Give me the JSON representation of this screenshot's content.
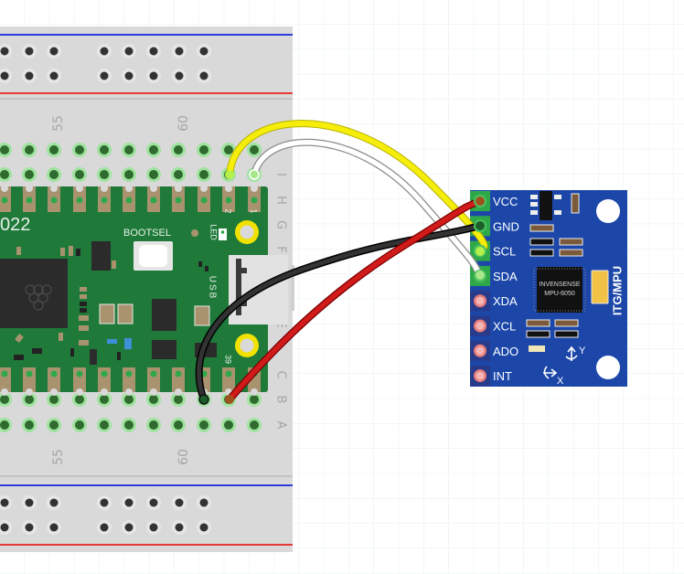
{
  "breadboard": {
    "column_numbers_top": [
      "55",
      "60"
    ],
    "column_numbers_bottom": [
      "55",
      "60"
    ],
    "row_letters": [
      "I",
      "H",
      "G",
      "F",
      "E",
      "C",
      "B",
      "A"
    ],
    "colors": {
      "body": "#d8d8d8",
      "rail_blue": "#2b3cdb",
      "rail_red": "#e53935",
      "hole_dark": "#333333",
      "hole_green": "#2f6a2f"
    }
  },
  "pico": {
    "year_text": "022",
    "bootsel_label": "BOOTSEL",
    "led_label": "LED",
    "usb_label": "USB",
    "pin_labels": {
      "pin2": "2",
      "pin1": "1",
      "pin39": "39"
    },
    "colors": {
      "pcb": "#1f7a3a",
      "pad": "#a8936e",
      "mount_hole": "#f0e100"
    }
  },
  "module": {
    "name": "ITG/MPU",
    "chip_line1": "INVENSENSE",
    "chip_line2": "MPU-6050",
    "axis_x": "X",
    "axis_y": "Y",
    "pins": [
      "VCC",
      "GND",
      "SCL",
      "SDA",
      "XDA",
      "XCL",
      "ADO",
      "INT"
    ],
    "colors": {
      "board": "#1c47a8",
      "connected_pin": "#2fa84a",
      "free_pin": "#e77c7c"
    }
  },
  "wires": [
    {
      "name": "yellow-wire",
      "color": "#f5ee0a",
      "from": "Pico pin 2 (row I)",
      "to": "SCL"
    },
    {
      "name": "white-wire",
      "color": "#ffffff",
      "from": "Pico pin 1 (row I)",
      "to": "SDA"
    },
    {
      "name": "red-wire",
      "color": "#d11a1a",
      "from": "Pico pin 39 (row B)",
      "to": "VCC"
    },
    {
      "name": "black-wire",
      "color": "#222222",
      "from": "Pico GND (row B)",
      "to": "GND"
    }
  ]
}
